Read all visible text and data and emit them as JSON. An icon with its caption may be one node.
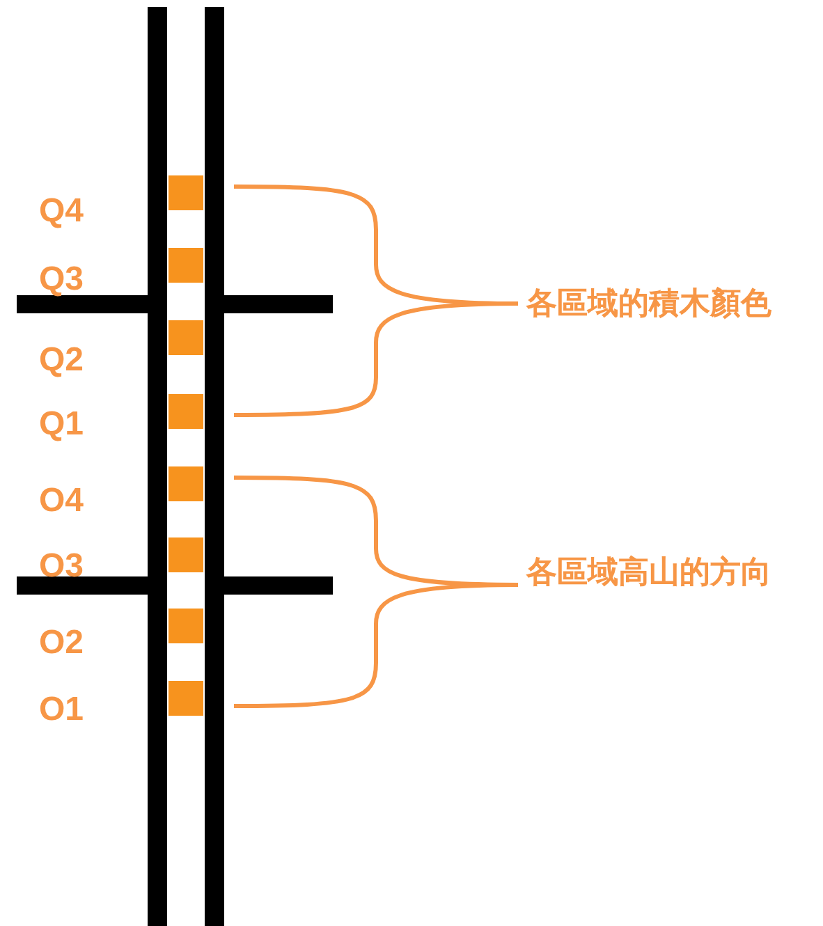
{
  "diagram": {
    "labels": [
      "Q4",
      "Q3",
      "Q2",
      "Q1",
      "O4",
      "O3",
      "O2",
      "O1",
      "各區域的積木顏色",
      "各區域高山的方向"
    ]
  }
}
